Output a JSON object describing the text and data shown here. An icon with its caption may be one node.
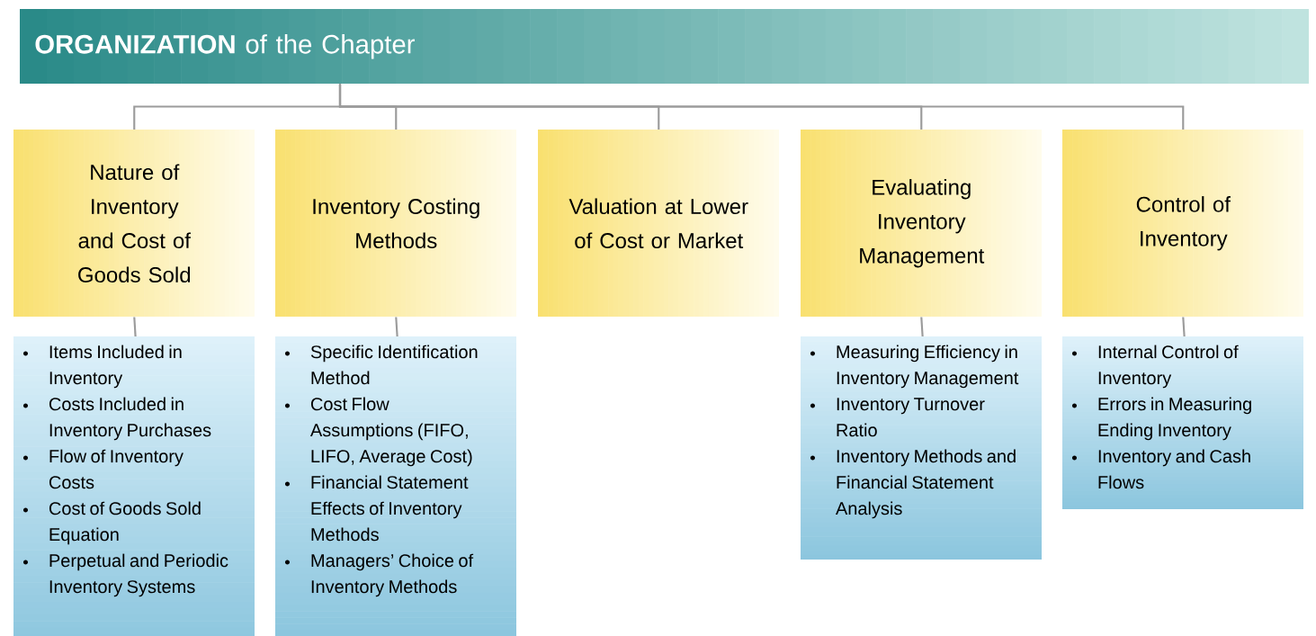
{
  "diagram": {
    "nodes": [
      {
        "text": [
          "**ORGANIZATION** of the Chapter"
        ]
      },
      {
        "text": [
          "Nature of Inventory and Cost of Goods Sold"
        ]
      },
      {
        "text": [
          "Inventory Costing Methods"
        ]
      },
      {
        "text": [
          "Valuation at Lower of Cost or Market"
        ]
      },
      {
        "text": [
          "Evaluating Inventory Management"
        ]
      },
      {
        "text": [
          "Control of Inventory"
        ]
      },
      {
        "text": [
          "Items Included in Inventory",
          "Costs Included in Inventory Purchases",
          "Flow of Inventory Costs",
          "Cost of Goods Sold Equation",
          "Perpetual and Periodic Inventory Systems"
        ]
      },
      {
        "text": [
          "Specific Identification Method",
          "Cost Flow Assumptions (FIFO, LIFO, Average Cost)",
          "Financial Statement Effects of Inventory Methods",
          "Managers’ Choice of Inventory Methods"
        ]
      },
      {
        "text": [
          "Measuring Efficiency in Inventory Management",
          "Inventory Turnover Ratio",
          "Inventory Methods and Financial Statement Analysis"
        ]
      },
      {
        "text": [
          "Internal Control of Inventory",
          "Errors in Measuring Ending Inventory",
          "Inventory and Cash Flows"
        ]
      }
    ],
    "edges": [
      {
        "from": 0,
        "to": 1,
        "arrow": "none"
      },
      {
        "from": 0,
        "to": 2,
        "arrow": "none"
      },
      {
        "from": 0,
        "to": 3,
        "arrow": "none"
      },
      {
        "from": 0,
        "to": 4,
        "arrow": "none"
      },
      {
        "from": 0,
        "to": 5,
        "arrow": "none"
      },
      {
        "from": 1,
        "to": 6,
        "arrow": "none"
      },
      {
        "from": 2,
        "to": 7,
        "arrow": "none"
      },
      {
        "from": 4,
        "to": 8,
        "arrow": "none"
      },
      {
        "from": 5,
        "to": 9,
        "arrow": "none"
      }
    ]
  }
}
